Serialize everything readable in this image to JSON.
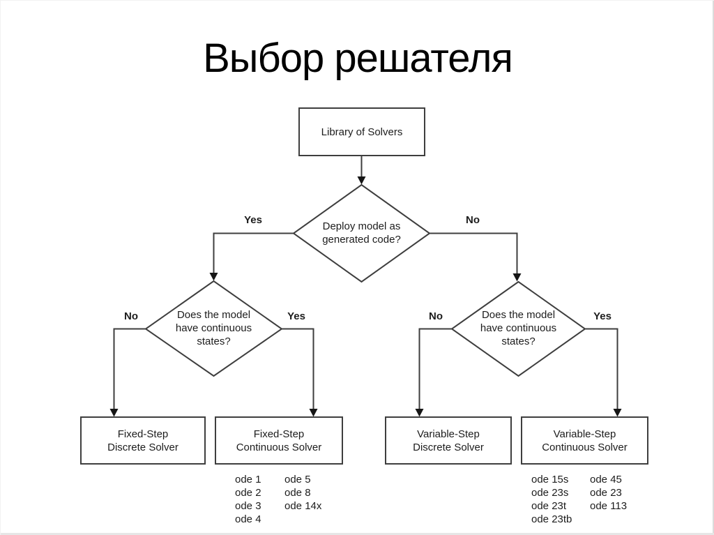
{
  "page": {
    "title": "Выбор решателя"
  },
  "flowchart": {
    "root": {
      "label": "Library of Solvers"
    },
    "decisions": {
      "deploy": {
        "lines": [
          "Deploy model as",
          "generated code?"
        ],
        "yes_label": "Yes",
        "no_label": "No"
      },
      "continuous_left": {
        "lines": [
          "Does the model",
          "have continuous",
          "states?"
        ],
        "no_label": "No",
        "yes_label": "Yes"
      },
      "continuous_right": {
        "lines": [
          "Does the model",
          "have continuous",
          "states?"
        ],
        "no_label": "No",
        "yes_label": "Yes"
      }
    },
    "outcomes": {
      "fixed_discrete": {
        "lines": [
          "Fixed-Step",
          "Discrete Solver"
        ]
      },
      "fixed_continuous": {
        "lines": [
          "Fixed-Step",
          "Continuous Solver"
        ]
      },
      "variable_discrete": {
        "lines": [
          "Variable-Step",
          "Discrete Solver"
        ]
      },
      "variable_continuous": {
        "lines": [
          "Variable-Step",
          "Continuous Solver"
        ]
      }
    },
    "solver_lists": {
      "fixed_continuous": {
        "col1": [
          "ode 1",
          "ode 2",
          "ode 3",
          "ode 4"
        ],
        "col2": [
          "ode 5",
          "ode 8",
          "ode 14x"
        ]
      },
      "variable_continuous": {
        "col1": [
          "ode 15s",
          "ode 23s",
          "ode 23t",
          "ode 23tb"
        ],
        "col2": [
          "ode 45",
          "ode 23",
          "ode 113"
        ]
      }
    }
  }
}
